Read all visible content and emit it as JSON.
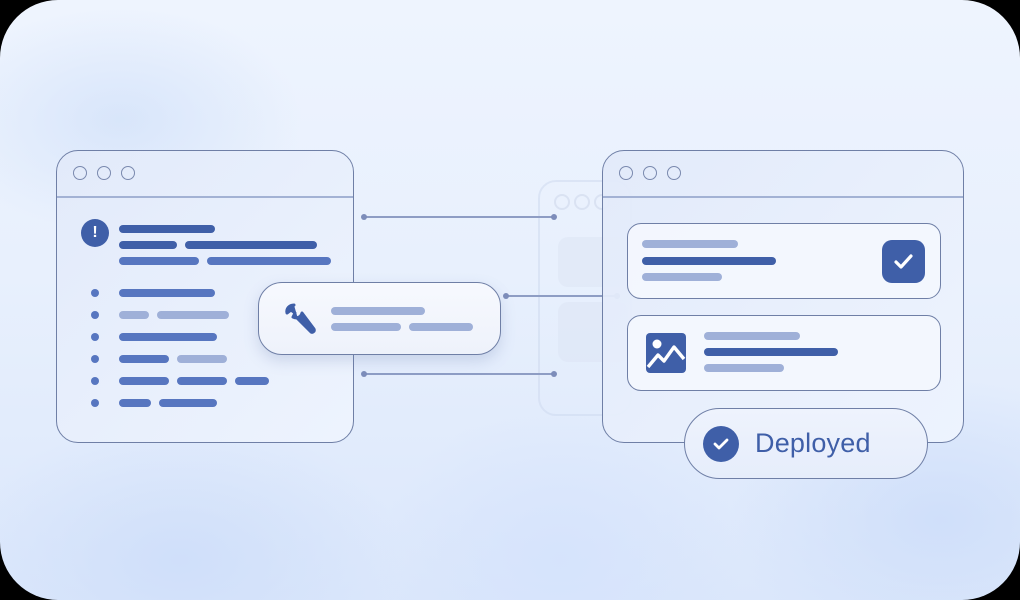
{
  "scene": {
    "description": "Workflow diagram: code window with issue, repair tool step, deployed output window",
    "colors": {
      "primary_dark": "#3f5fa8",
      "primary_mid": "#5776c0",
      "primary_light": "#9fb0d8",
      "outline": "#6f7fa6",
      "background": "#e8f0fd"
    }
  },
  "source_window": {
    "title_dots": 3,
    "alert_icon": "exclamation-icon",
    "alert_glyph": "!"
  },
  "tool_card": {
    "icon": "wrench-icon"
  },
  "target_window": {
    "title_dots": 3,
    "cards": [
      {
        "icon": "checkbox-checked-icon"
      },
      {
        "icon": "image-icon"
      }
    ]
  },
  "status_pill": {
    "icon": "check-circle-icon",
    "label": "Deployed"
  }
}
